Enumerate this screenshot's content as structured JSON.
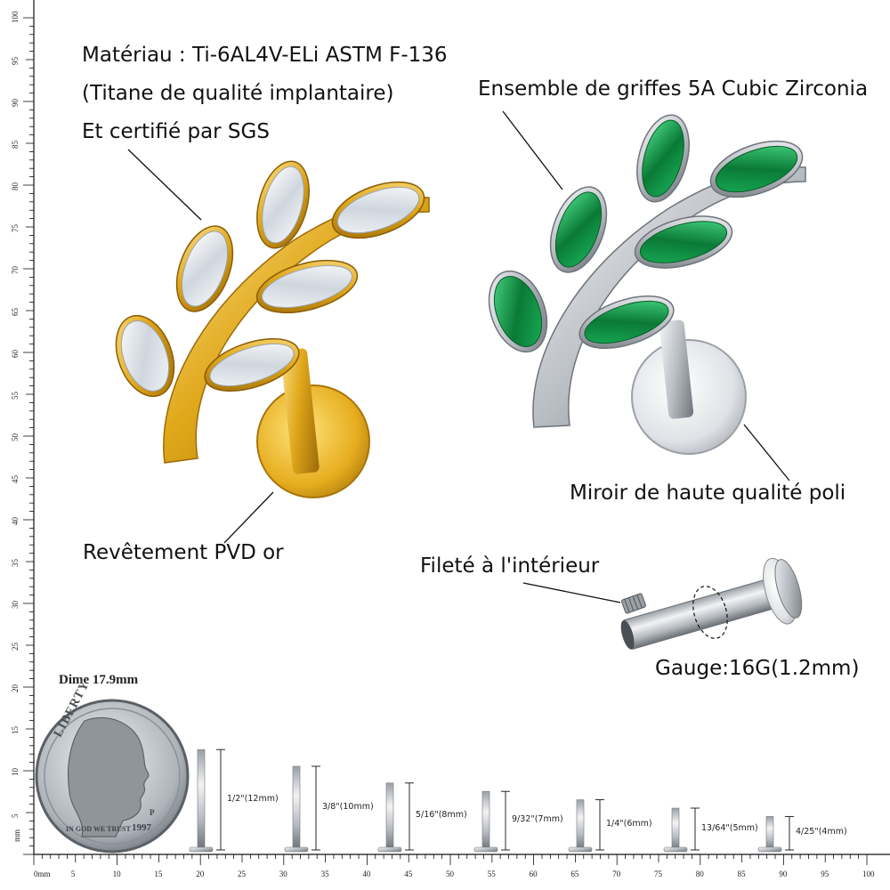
{
  "labels": {
    "material_line1": "Matériau : Ti-6AL4V-ELi ASTM F-136",
    "material_line2": "(Titane de qualité implantaire)",
    "material_line3": "Et certifié par SGS",
    "prongs": "Ensemble de griffes 5A Cubic Zirconia",
    "mirror": "Miroir de haute qualité poli",
    "pvd": "Revêtement PVD or",
    "thread": "Fileté à l'intérieur",
    "gauge": "Gauge:16G(1.2mm)",
    "dime": "Dime 17.9mm"
  },
  "coin": {
    "word_top": "LIBERTY",
    "motto": "IN GOD WE TRUST",
    "year": "1997",
    "mint": "P"
  },
  "ruler": {
    "unit_bottom": "0mm",
    "unit_left": "mm",
    "bottom_ticks": [
      "5",
      "10",
      "15",
      "20",
      "25",
      "30",
      "35",
      "40",
      "45",
      "50",
      "55",
      "60",
      "65",
      "70",
      "75",
      "80",
      "85",
      "90",
      "95",
      "100"
    ],
    "left_ticks": [
      "5",
      "10",
      "15",
      "20",
      "25",
      "30",
      "35",
      "40",
      "45",
      "50",
      "55",
      "60",
      "65",
      "70",
      "75",
      "80",
      "85",
      "90",
      "95",
      "100"
    ]
  },
  "pin_sizes": [
    {
      "label": "1/2\"(12mm)",
      "mm": 12
    },
    {
      "label": "3/8\"(10mm)",
      "mm": 10
    },
    {
      "label": "5/16\"(8mm)",
      "mm": 8
    },
    {
      "label": "9/32\"(7mm)",
      "mm": 7
    },
    {
      "label": "1/4\"(6mm)",
      "mm": 6
    },
    {
      "label": "13/64\"(5mm)",
      "mm": 5
    },
    {
      "label": "4/25\"(4mm)",
      "mm": 4
    }
  ],
  "colors": {
    "gold": "#e0a81a",
    "gold_light": "#f7d466",
    "gold_dark": "#a8740a",
    "silver": "#c8ccd1",
    "silver_dark": "#7d8389",
    "emerald": "#0f8a3e",
    "emerald_light": "#3fd07a",
    "crystal": "#eef1f4"
  }
}
